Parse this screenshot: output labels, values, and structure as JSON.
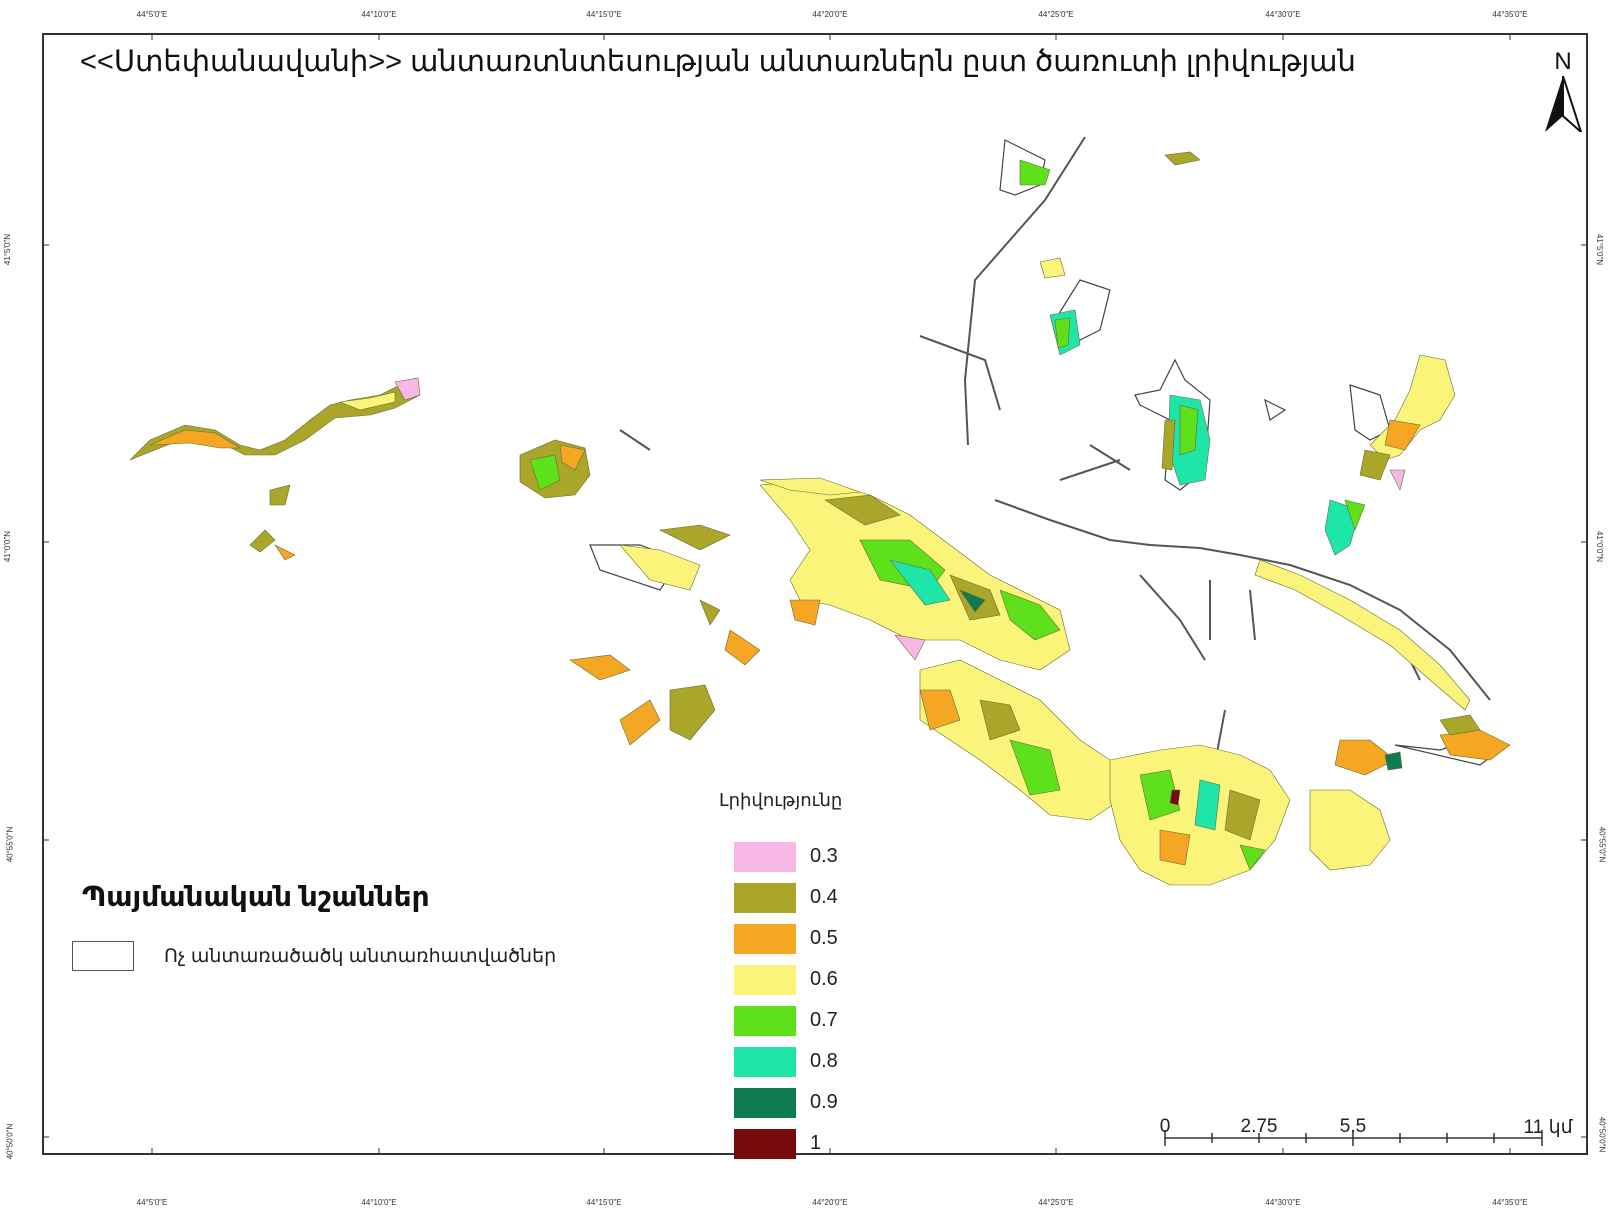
{
  "map": {
    "title": "<<Ստեփանավանի>> անտառտնտեսության անտառներն ըստ ծառուտի լրիվության",
    "north_label": "N",
    "graticule": {
      "top": [
        "44°5'0\"E",
        "44°10'0\"E",
        "44°15'0\"E",
        "44°20'0\"E",
        "44°25'0\"E",
        "44°30'0\"E",
        "44°35'0\"E"
      ],
      "bottom": [
        "44°5'0\"E",
        "44°10'0\"E",
        "44°15'0\"E",
        "44°20'0\"E",
        "44°25'0\"E",
        "44°30'0\"E",
        "44°35'0\"E"
      ],
      "left": [
        "41°5'0\"N",
        "41°0'0\"N",
        "40°55'0\"N",
        "40°50'0\"N"
      ],
      "right": [
        "41°5'0\"N",
        "41°0'0\"N",
        "40°55'0\"N",
        "40°50'0\"N"
      ]
    }
  },
  "legend": {
    "title": "Պայմանական նշաններ",
    "non_forest_label": "Ոչ անտառածածկ անտառհատվածներ"
  },
  "density": {
    "title": "Լրիվությունը",
    "classes": [
      {
        "value": "0.3",
        "color": "#f8b8e6"
      },
      {
        "value": "0.4",
        "color": "#a9a62a"
      },
      {
        "value": "0.5",
        "color": "#f5a623"
      },
      {
        "value": "0.6",
        "color": "#fbf47a"
      },
      {
        "value": "0.7",
        "color": "#5ee01a"
      },
      {
        "value": "0.8",
        "color": "#1ee6a8"
      },
      {
        "value": "0.9",
        "color": "#0f7a4f"
      },
      {
        "value": "1",
        "color": "#7a0a0a"
      }
    ]
  },
  "scale": {
    "labels": [
      "0",
      "2.75",
      "5.5",
      "11 կմ"
    ]
  },
  "icons": [
    "north-arrow-icon"
  ]
}
